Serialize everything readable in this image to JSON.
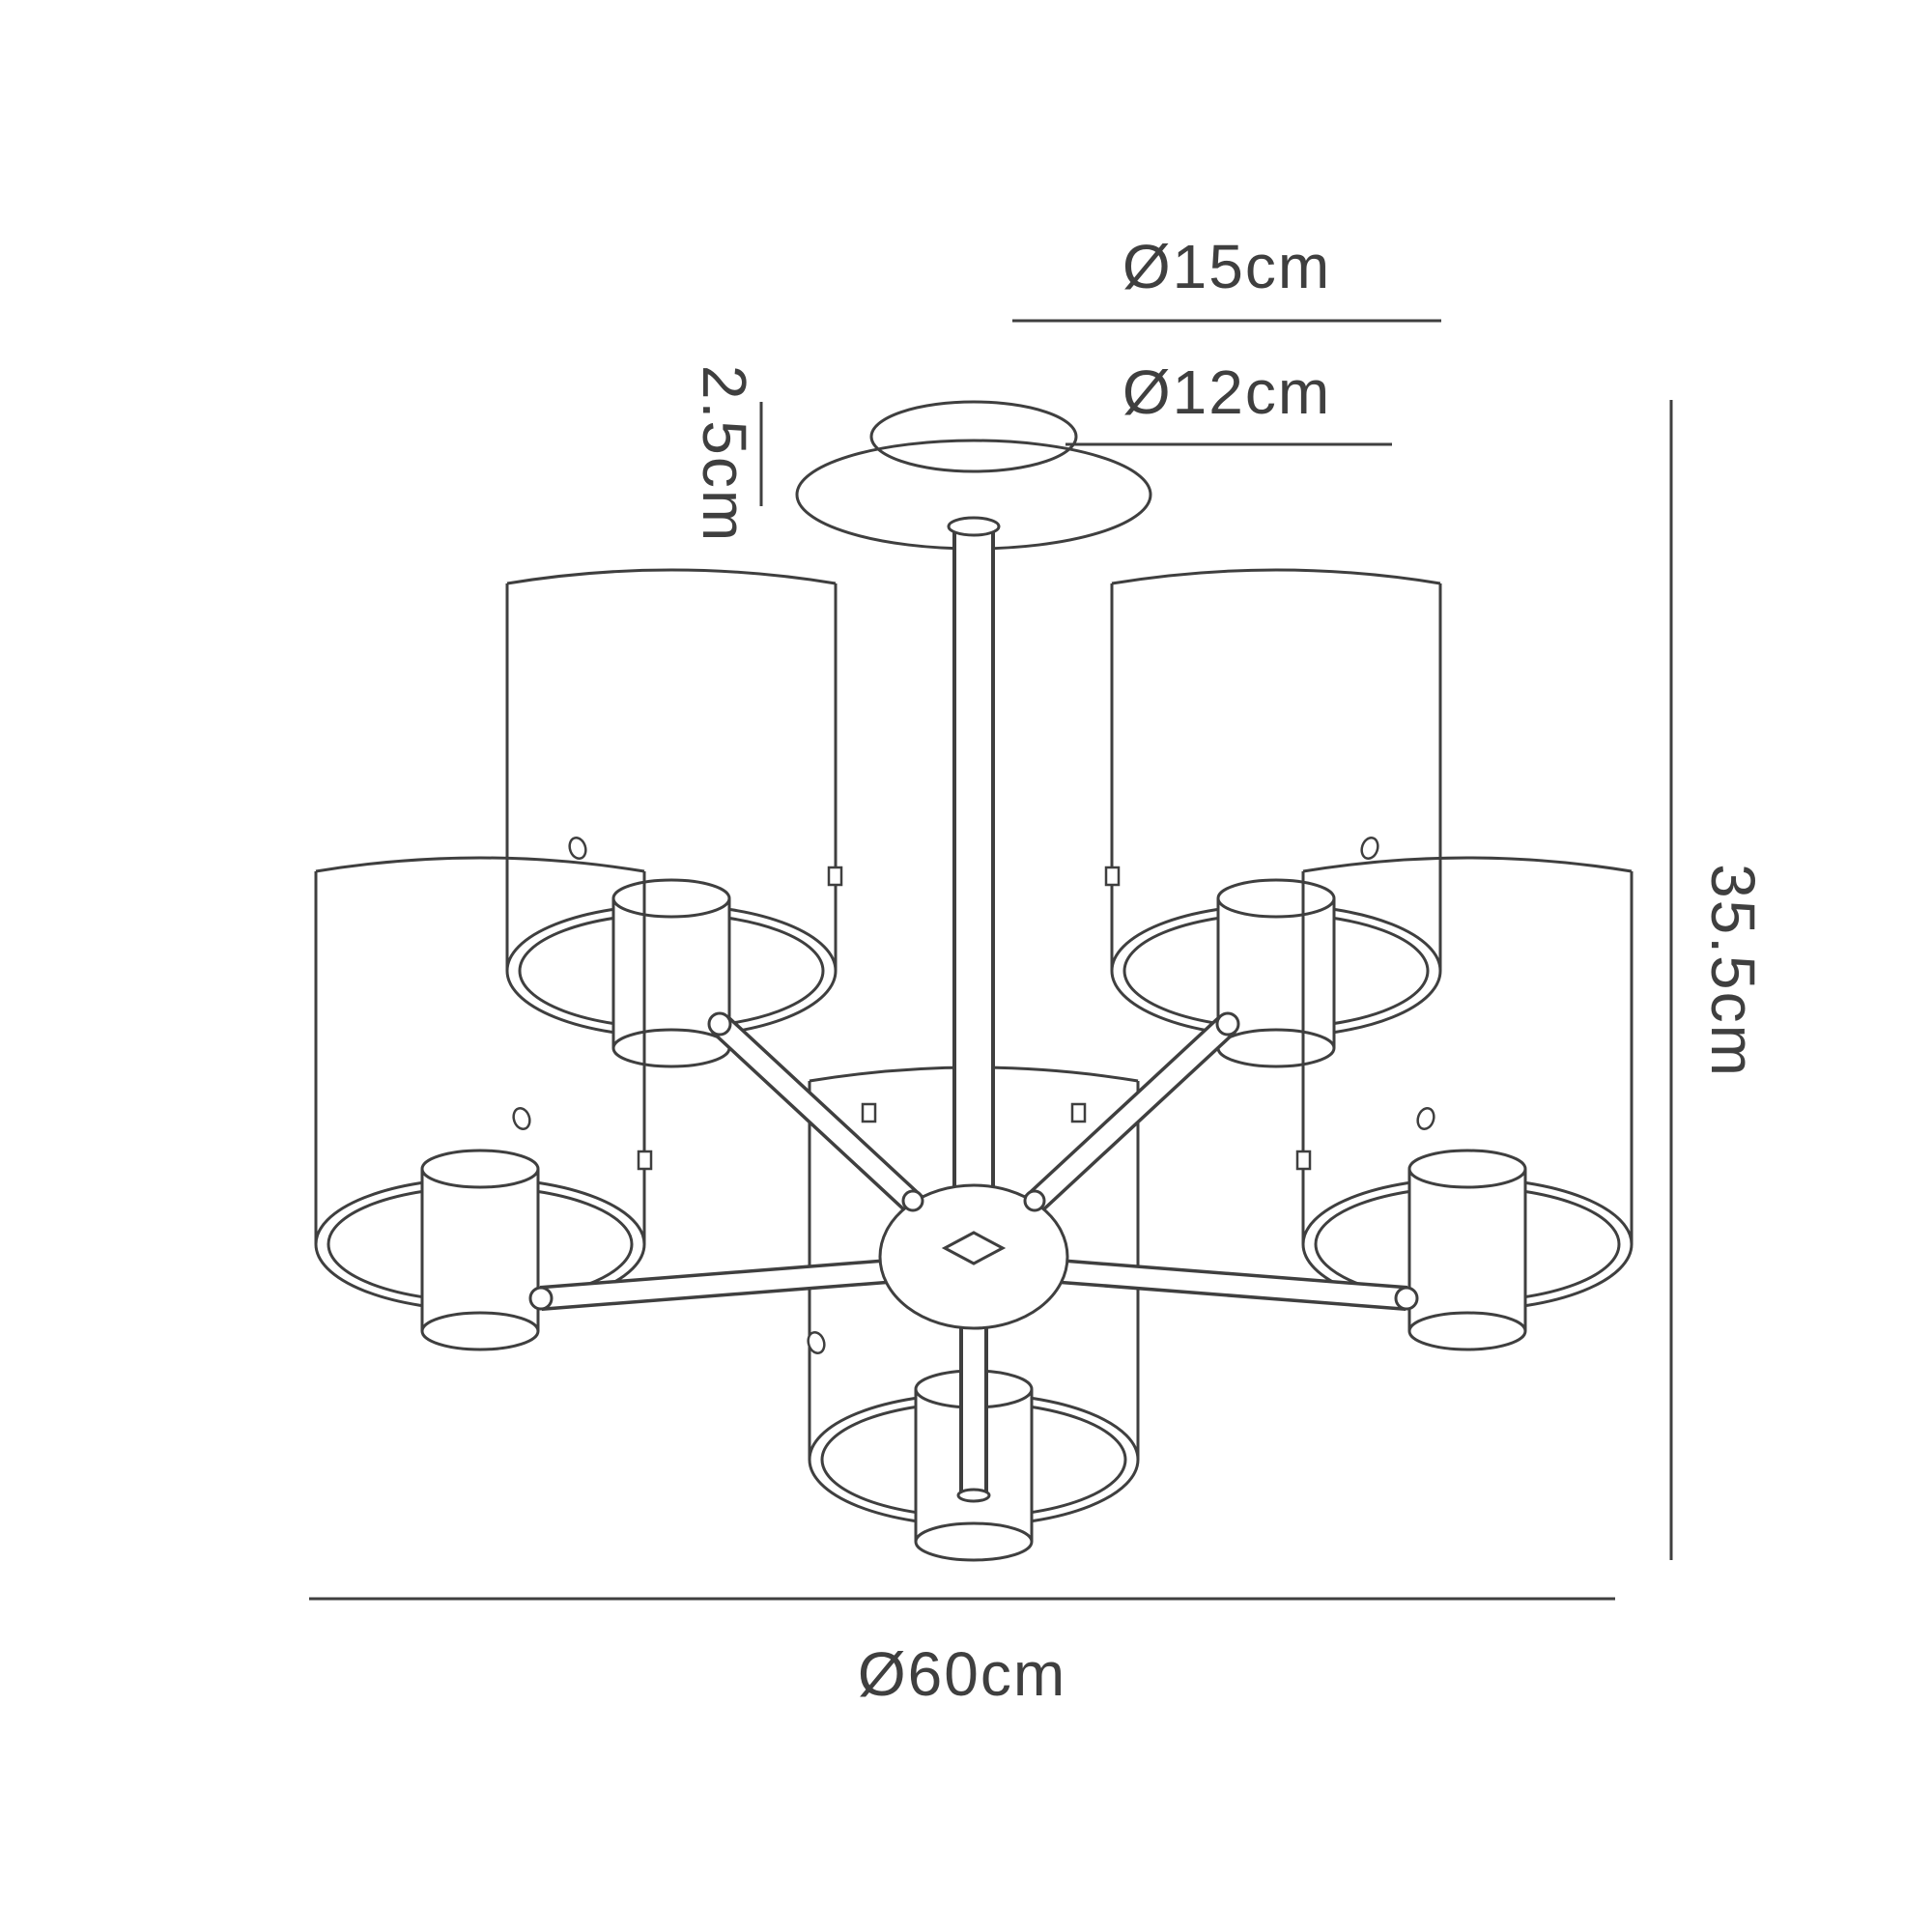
{
  "diagram": {
    "labels": {
      "canopy_outer_diameter": "Ø15cm",
      "canopy_inner_diameter": "Ø12cm",
      "canopy_height": "2.5cm",
      "total_height": "35.5cm",
      "total_diameter": "Ø60cm"
    },
    "colors": {
      "line": "#3f3f3f",
      "background": "#ffffff"
    }
  }
}
